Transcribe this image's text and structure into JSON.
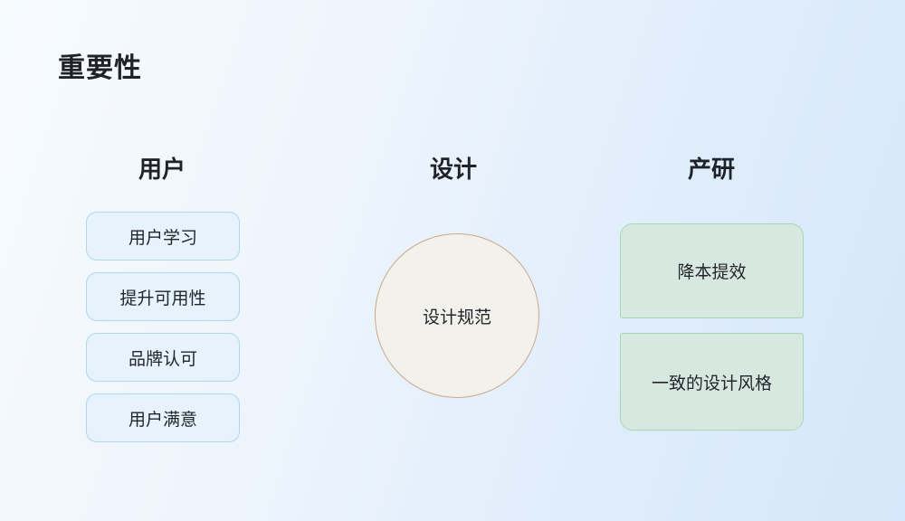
{
  "slide": {
    "title": "重要性"
  },
  "columns": {
    "users": {
      "header": "用户",
      "items": [
        "用户学习",
        "提升可用性",
        "品牌认可",
        "用户满意"
      ]
    },
    "design": {
      "header": "设计",
      "circle_label": "设计规范"
    },
    "product": {
      "header": "产研",
      "items": [
        "降本提效",
        "一致的设计风格"
      ]
    }
  },
  "colors": {
    "background_gradient_start": "#f7fbfe",
    "background_gradient_end": "#d5e7fa",
    "blue_box_fill": "#e7f3fc",
    "blue_box_border": "#afd6ef",
    "green_box_fill": "#d7e8e1",
    "green_box_border": "#a7d7b2",
    "circle_fill": "#f3f1ec",
    "circle_border": "#c9a98c",
    "text": "#23262b"
  }
}
